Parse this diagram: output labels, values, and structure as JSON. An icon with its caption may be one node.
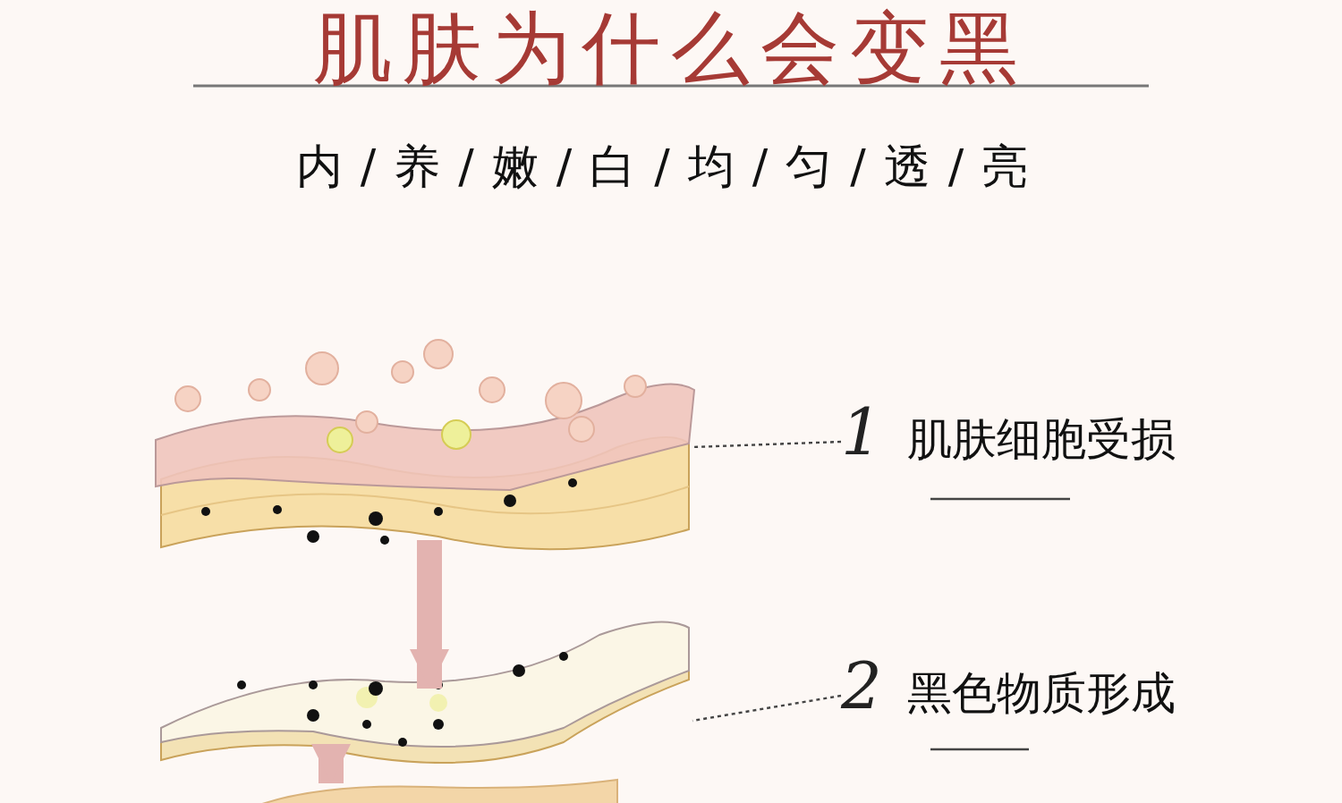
{
  "diagram": {
    "title": "肌肤为什么会变黑",
    "nodes": [
      {
        "text": [],
        "shape": "picture"
      },
      {
        "text": [
          "1",
          "肌肤细胞受损"
        ]
      },
      {
        "text": [],
        "shape": "picture"
      },
      {
        "text": [
          "2",
          "黑色物质形成"
        ]
      },
      {
        "text": [],
        "shape": "picture"
      }
    ],
    "edges": [
      {
        "from": 1,
        "to": 0,
        "arrow": "none",
        "style": "dashed"
      },
      {
        "from": 3,
        "to": 2,
        "arrow": "none",
        "style": "dashed"
      },
      {
        "from": 0,
        "to": 2,
        "arrow": "to",
        "style": "thick",
        "color": "#e3b3b0"
      },
      {
        "from": 2,
        "to": 4,
        "arrow": "to",
        "style": "thick",
        "color": "#e3b3b0"
      }
    ],
    "labels": [
      "内/养/嫩/白/均/匀/透/亮"
    ]
  }
}
